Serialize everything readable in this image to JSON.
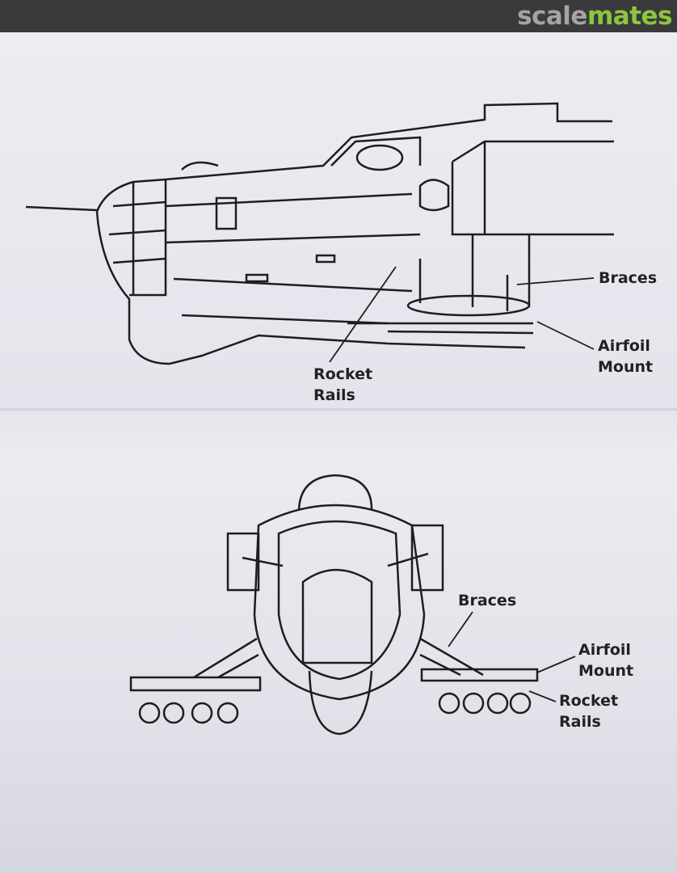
{
  "header": {
    "logo_part1": "scale",
    "logo_part2": "mates"
  },
  "side_view": {
    "labels": {
      "braces": "Braces",
      "airfoil_mount": "Airfoil\nMount",
      "rocket_rails": "Rocket\nRails"
    }
  },
  "front_view": {
    "labels": {
      "braces": "Braces",
      "airfoil_mount": "Airfoil\nMount",
      "rocket_rails": "Rocket\nRails"
    }
  }
}
